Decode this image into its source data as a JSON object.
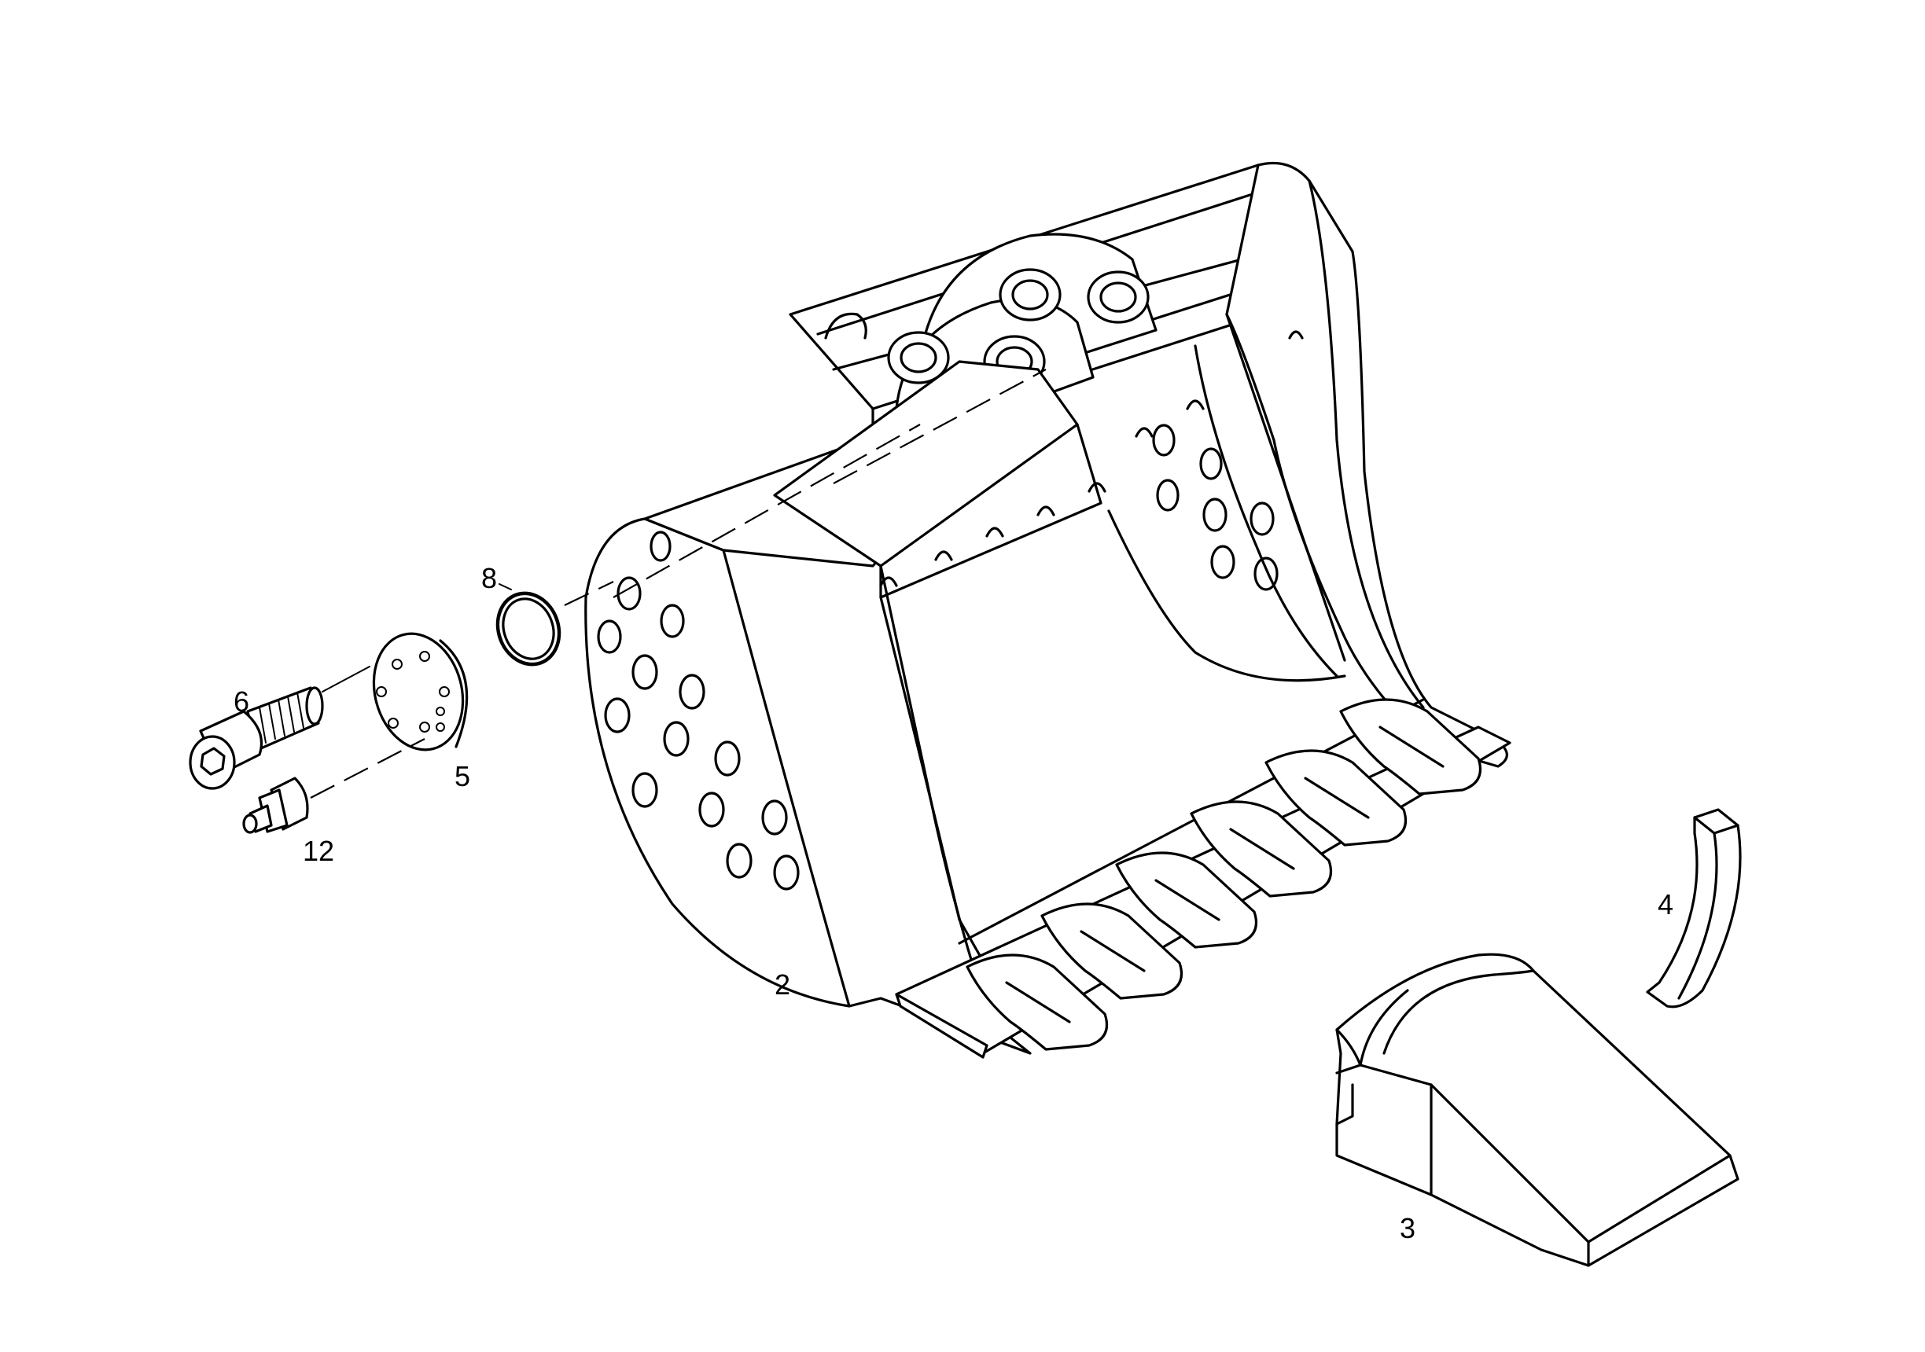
{
  "diagram": {
    "callouts": {
      "bucket": "2",
      "tooth_tip": "3",
      "side_cutter": "4",
      "cover_plate": "5",
      "screw": "6",
      "o_ring": "8",
      "grease_nipple": "12"
    }
  }
}
